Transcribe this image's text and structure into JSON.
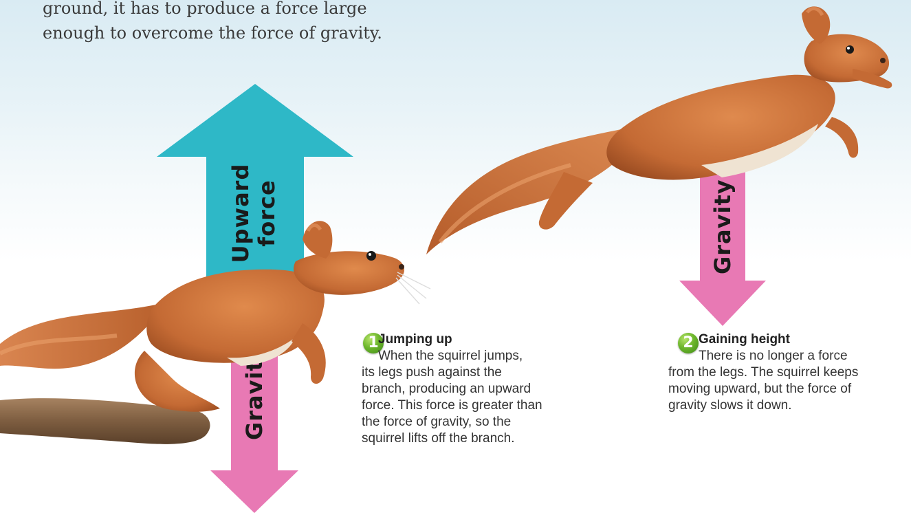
{
  "intro": {
    "line1": "ground, it has to produce a force large",
    "line2": "enough to overcome the force of gravity."
  },
  "arrows": {
    "upward": {
      "line1": "Upward",
      "line2": "force",
      "color": "#2eb8c7"
    },
    "gravity_left": {
      "label": "Gravity",
      "color": "#e879b4"
    },
    "gravity_right": {
      "label": "Gravity",
      "color": "#e879b4"
    }
  },
  "steps": [
    {
      "number": "1",
      "title": "Jumping up",
      "lines": [
        "When the squirrel jumps,",
        "its legs push against the",
        "branch, producing an upward",
        "force. This force is greater than",
        "the force of gravity, so the",
        "squirrel lifts off the branch."
      ]
    },
    {
      "number": "2",
      "title": "Gaining height",
      "lines": [
        "There is no longer a force",
        "from the legs. The squirrel keeps",
        "moving upward, but the force of",
        "gravity slows it down."
      ]
    }
  ],
  "colors": {
    "fur": "#c9703a",
    "belly": "#efe3d2",
    "branch": "#8b6a4a"
  }
}
